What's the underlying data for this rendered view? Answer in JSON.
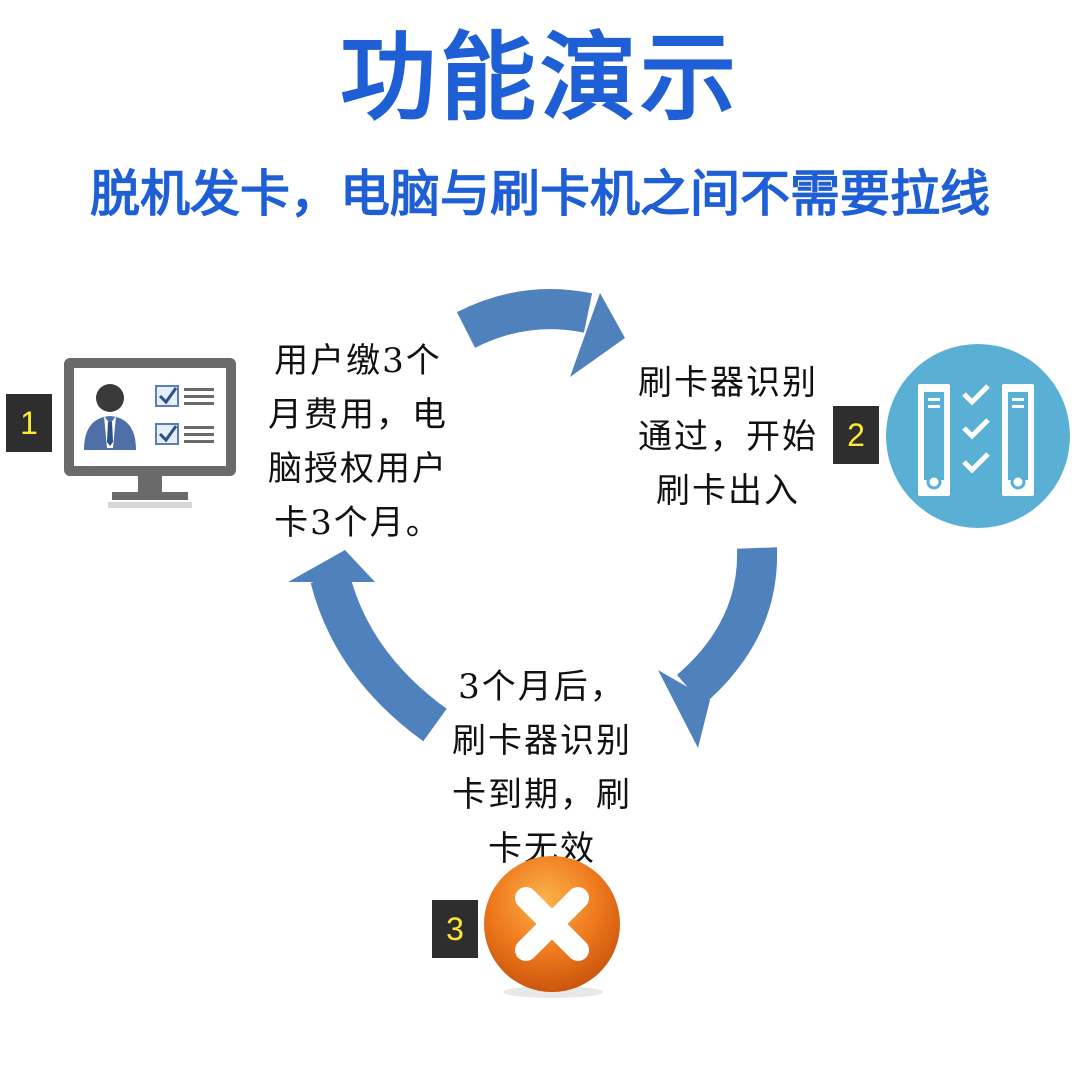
{
  "header": {
    "title": "功能演示",
    "subtitle": "脱机发卡，电脑与刷卡机之间不需要拉线"
  },
  "steps": [
    {
      "badge": "1",
      "icon": "computer-user-checklist-icon",
      "lines": [
        "用户缴3个",
        "月费用，电",
        "脑授权用户",
        "卡3个月。"
      ]
    },
    {
      "badge": "2",
      "icon": "server-checklist-icon",
      "lines": [
        "刷卡器识别",
        "通过，开始",
        "刷卡出入"
      ]
    },
    {
      "badge": "3",
      "icon": "orange-x-icon",
      "lines": [
        "3个月后，",
        "刷卡器识别",
        "卡到期，刷",
        "卡无效"
      ]
    }
  ],
  "colors": {
    "title": "#1f5fd6",
    "arrow": "#4f81bd",
    "monitor": "#6a6a6a",
    "server_circle": "#5aafd4",
    "x_circle": "#ef7a1e",
    "badge_bg": "#2e2e2e",
    "badge_text": "#ffe832"
  }
}
